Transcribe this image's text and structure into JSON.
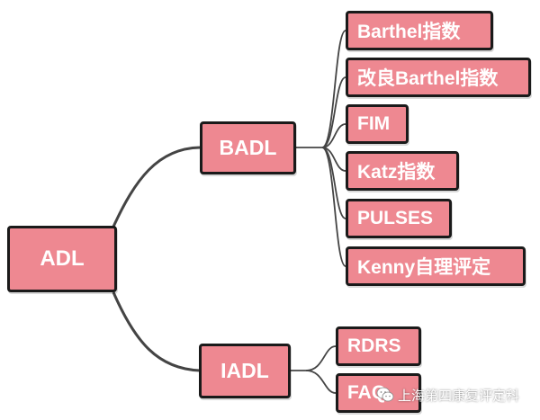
{
  "diagram": {
    "root": {
      "label": "ADL"
    },
    "branches": [
      {
        "label": "BADL",
        "items": [
          "Barthel指数",
          "改良Barthel指数",
          "FIM",
          "Katz指数",
          "PULSES",
          "Kenny自理评定"
        ]
      },
      {
        "label": "IADL",
        "items": [
          "RDRS",
          "FAQ"
        ]
      }
    ],
    "colors": {
      "node_fill": "#ee8891",
      "node_border": "#1a1a1a",
      "connector": "#444444",
      "text": "#ffffff"
    }
  },
  "watermark": {
    "icon": "wechat-icon",
    "text": "上海第四康复评定科"
  }
}
